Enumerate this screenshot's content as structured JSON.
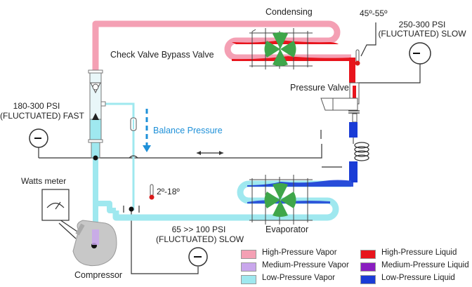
{
  "labels": {
    "condensing": "Condensing",
    "temp_high": "45º-55º",
    "gauge_high": [
      "250-300 PSI",
      "(FLUCTUATED) SLOW"
    ],
    "check_valve": "Check Valve Bypass Valve",
    "pressure_valve": "Pressure Valve",
    "gauge_left": [
      "180-300 PSI",
      "(FLUCTUATED) FAST"
    ],
    "balance_pressure": "Balance Pressure",
    "watts_meter": "Watts meter",
    "temp_low": "2º-18º",
    "gauge_low": [
      "65 >> 100 PSI",
      "(FLUCTUATED) SLOW"
    ],
    "evaporator": "Evaporator",
    "compressor": "Compressor"
  },
  "legend": [
    {
      "label": "High-Pressure Vapor",
      "color": "#f4a0b4"
    },
    {
      "label": "Medium-Pressure Vapor",
      "color": "#c9a7ec"
    },
    {
      "label": "Low-Pressure Vapor",
      "color": "#9fe8ef"
    },
    {
      "label": "High-Pressure Liquid",
      "color": "#e8141c"
    },
    {
      "label": "Medium-Pressure Liquid",
      "color": "#8a1ec0"
    },
    {
      "label": "Low-Pressure Liquid",
      "color": "#1a3cd6"
    }
  ],
  "colors": {
    "hp_vapor": "#f4a0b4",
    "lp_vapor": "#9fe8ef",
    "hp_liquid": "#e8141c",
    "lp_liquid": "#1a3cd6",
    "fan": "#3fa64a",
    "accent_blue": "#1e90d8"
  }
}
